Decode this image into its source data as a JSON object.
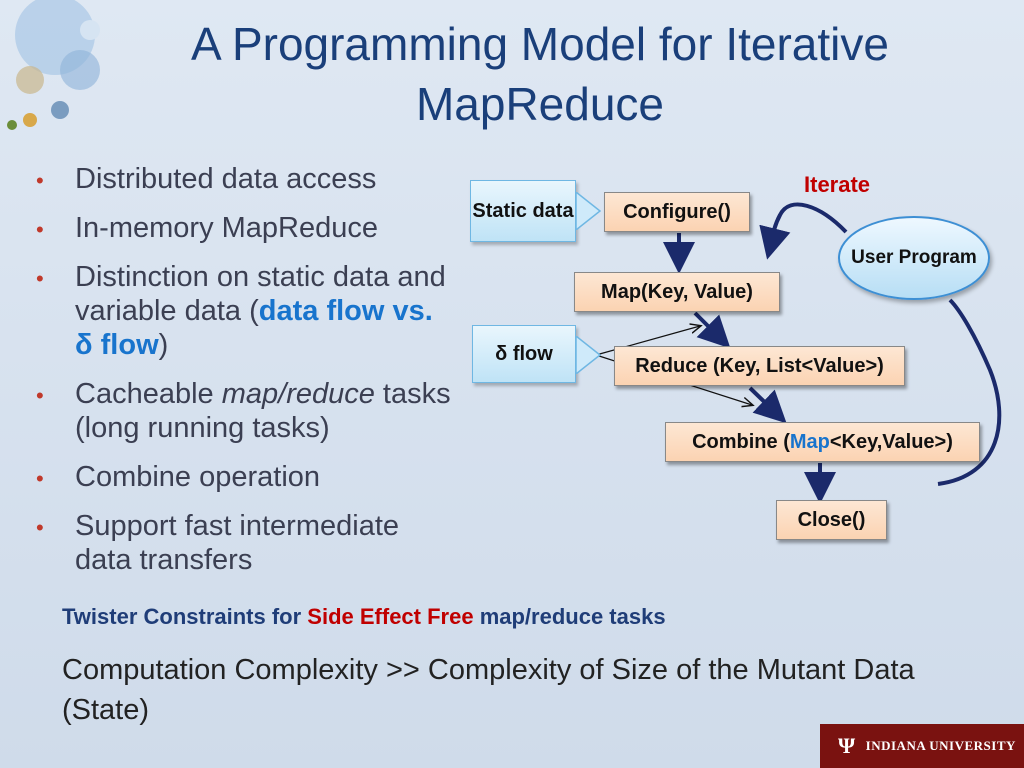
{
  "title": "A Programming Model for Iterative MapReduce",
  "bullets": [
    "Distributed data access",
    "In-memory MapReduce",
    {
      "pre": "Distinction on static data and variable data (",
      "hl": "data flow vs. δ flow",
      "post": ")"
    },
    {
      "pre": "Cacheable ",
      "it": "map/reduce",
      "post": " tasks (long running tasks)"
    },
    "Combine operation",
    "Support fast intermediate data transfers"
  ],
  "diagram": {
    "static_data": "Static data",
    "delta_flow": "δ flow",
    "configure": "Configure()",
    "map": "Map(Key, Value)",
    "reduce": "Reduce (Key, List<Value>)",
    "combine_pre": "Combine (",
    "combine_map": "Map",
    "combine_post": "<Key,Value>)",
    "close": "Close()",
    "iterate": "Iterate",
    "user_program": "User Program"
  },
  "constraints": {
    "pre": "Twister Constraints for ",
    "red": "Side Effect Free",
    "post": " map/reduce tasks"
  },
  "complexity": "Computation Complexity >> Complexity of Size of the Mutant Data (State)",
  "footer": {
    "university": "INDIANA UNIVERSITY",
    "logo_glyph": "Ψ"
  },
  "colors": {
    "title": "#1a3f7a",
    "bullet": "#c0392b",
    "highlight": "#1874cd",
    "red": "#c00000",
    "arrow": "#1b2a6b"
  }
}
